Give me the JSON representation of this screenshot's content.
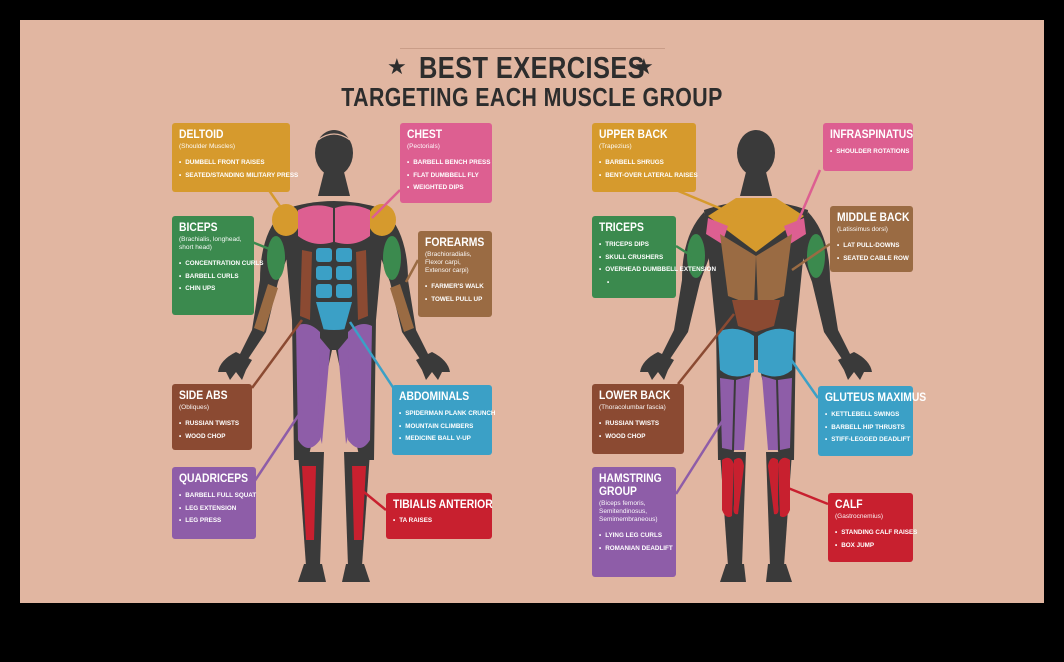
{
  "title": {
    "line1": "BEST EXERCISES",
    "line2": "TARGETING EACH MUSCLE GROUP"
  },
  "icons": {
    "star": "★"
  },
  "colors": {
    "background": "#e1b6a1",
    "body_dark": "#3a3a3a",
    "deltoid": "#d69a2d",
    "chest": "#dd5f91",
    "biceps": "#3b8a4e",
    "forearms": "#9a6b43",
    "side_abs": "#8b4a32",
    "abdominals": "#3ba0c6",
    "quadriceps": "#8e5da8",
    "tibialis": "#c8202f",
    "upper_back": "#d69a2d",
    "infraspinatus": "#dd5f91",
    "triceps": "#3b8a4e",
    "middle_back": "#9a6b43",
    "lower_back": "#8b4a32",
    "gluteus": "#3ba0c6",
    "hamstring": "#8e5da8",
    "calf": "#c8202f"
  },
  "front": [
    {
      "key": "deltoid",
      "name": "DELTOID",
      "sub": "(Shoulder Muscles)",
      "items": [
        "DUMBELL FRONT RAISES",
        "SEATED/STANDING MILITARY PRESS"
      ]
    },
    {
      "key": "biceps",
      "name": "BICEPS",
      "sub": "(Brachialis, longhead, short head)",
      "items": [
        "CONCENTRATION CURLS",
        "BARBELL CURLS",
        "CHIN UPS"
      ]
    },
    {
      "key": "side_abs",
      "name": "SIDE ABS",
      "sub": "(Obliques)",
      "items": [
        "RUSSIAN TWISTS",
        "WOOD CHOP"
      ]
    },
    {
      "key": "quadriceps",
      "name": "QUADRICEPS",
      "sub": "",
      "items": [
        "BARBELL FULL SQUAT",
        "LEG EXTENSION",
        "LEG PRESS"
      ]
    },
    {
      "key": "chest",
      "name": "CHEST",
      "sub": "(Pectorials)",
      "items": [
        "BARBELL BENCH PRESS",
        "FLAT DUMBBELL FLY",
        "WEIGHTED DIPS"
      ]
    },
    {
      "key": "forearms",
      "name": "FOREARMS",
      "sub": "(Brachioradialis, Flexor carpi, Extensor carpi)",
      "items": [
        "FARMER'S WALK",
        "TOWEL PULL UP"
      ]
    },
    {
      "key": "abdominals",
      "name": "ABDOMINALS",
      "sub": "",
      "items": [
        "SPIDERMAN PLANK CRUNCH",
        "MOUNTAIN CLIMBERS",
        "MEDICINE BALL V-UP"
      ]
    },
    {
      "key": "tibialis",
      "name": "TIBIALIS ANTERIOR",
      "sub": "",
      "items": [
        "TA RAISES"
      ]
    }
  ],
  "back": [
    {
      "key": "upper_back",
      "name": "UPPER BACK",
      "sub": "(Trapezius)",
      "items": [
        "BARBELL SHRUGS",
        "BENT-OVER LATERAL RAISES"
      ]
    },
    {
      "key": "triceps",
      "name": "TRICEPS",
      "sub": "",
      "items": [
        "TRICEPS DIPS",
        "SKULL CRUSHERS",
        "OVERHEAD DUMBBELL EXTENSION"
      ]
    },
    {
      "key": "lower_back",
      "name": "LOWER BACK",
      "sub": "(Thoracolumbar fascia)",
      "items": [
        "RUSSIAN TWISTS",
        "WOOD CHOP"
      ]
    },
    {
      "key": "hamstring",
      "name": "HAMSTRING GROUP",
      "sub": "(Biceps femoris, Semitendinosus, Semimembraneous)",
      "items": [
        "LYING LEG CURLS",
        "ROMANIAN DEADLIFT"
      ]
    },
    {
      "key": "infraspinatus",
      "name": "INFRASPINATUS",
      "sub": "",
      "items": [
        "SHOULDER ROTATIONS"
      ]
    },
    {
      "key": "middle_back",
      "name": "MIDDLE BACK",
      "sub": "(Latissimus dorsi)",
      "items": [
        "LAT PULL-DOWNS",
        "SEATED CABLE ROW"
      ]
    },
    {
      "key": "gluteus",
      "name": "GLUTEUS MAXIMUS",
      "sub": "",
      "items": [
        "KETTLEBELL SWINGS",
        "BARBELL HIP THRUSTS",
        "STIFF-LEGGED DEADLIFT"
      ]
    },
    {
      "key": "calf",
      "name": "CALF",
      "sub": "(Gastrocnemius)",
      "items": [
        "STANDING CALF RAISES",
        "BOX JUMP"
      ]
    }
  ]
}
